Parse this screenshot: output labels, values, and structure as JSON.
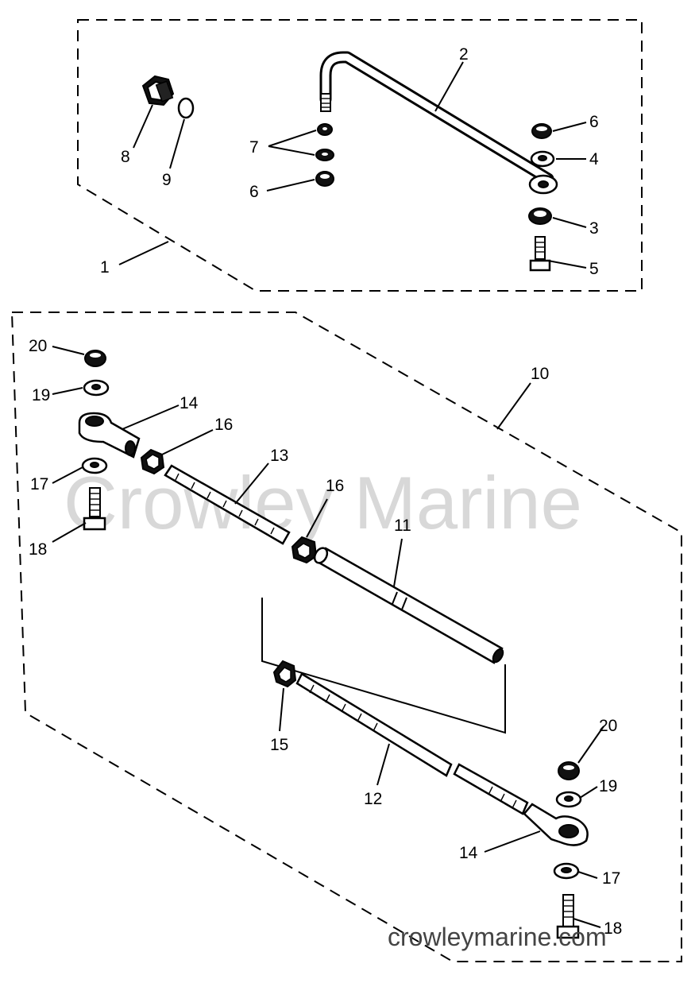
{
  "watermark": {
    "text": "Crowley Marine",
    "url_text": "crowleymarine.com"
  },
  "colors": {
    "line": "#000000",
    "watermark": "#d8d8d8",
    "watermark_url": "#444444"
  },
  "callouts": {
    "c1": "1",
    "c2": "2",
    "c3": "3",
    "c4": "4",
    "c5": "5",
    "c6a": "6",
    "c6b": "6",
    "c7": "7",
    "c8": "8",
    "c9": "9",
    "c10": "10",
    "c11": "11",
    "c12": "12",
    "c13": "13",
    "c14a": "14",
    "c14b": "14",
    "c15": "15",
    "c16a": "16",
    "c16b": "16",
    "c17a": "17",
    "c17b": "17",
    "c18a": "18",
    "c18b": "18",
    "c19a": "19",
    "c19b": "19",
    "c20a": "20",
    "c20b": "20"
  }
}
